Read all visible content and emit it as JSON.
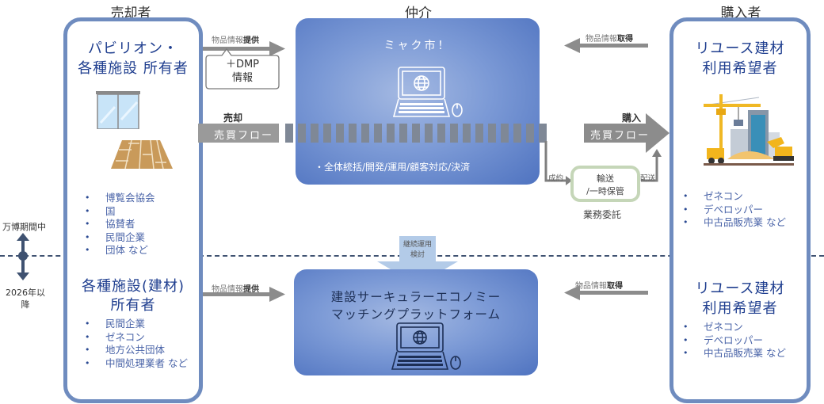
{
  "columns": {
    "seller": "売却者",
    "broker": "仲介",
    "buyer": "購入者"
  },
  "timeline": {
    "upper": "万博期間中",
    "lower": "2026年以降"
  },
  "seller_top": {
    "title_line1": "パビリオン・",
    "title_line2": "各種施設 所有者",
    "items": [
      "博覧会協会",
      "国",
      "協賛者",
      "民間企業",
      "団体 など"
    ]
  },
  "seller_bottom": {
    "title_line1": "各種施設(建材)",
    "title_line2": "所有者",
    "items": [
      "民間企業",
      "ゼネコン",
      "地方公共団体",
      "中間処理業者 など"
    ]
  },
  "buyer_top": {
    "title_line1": "リユース建材",
    "title_line2": "利用希望者",
    "items": [
      "ゼネコン",
      "デベロッパー",
      "中古品販売業 など"
    ]
  },
  "buyer_bottom": {
    "title_line1": "リユース建材",
    "title_line2": "利用希望者",
    "items": [
      "ゼネコン",
      "デベロッパー",
      "中古品販売業 など"
    ]
  },
  "platform_top": {
    "title": "ミャク市！",
    "description": "・全体統括/開発/運用/顧客対応/決済"
  },
  "platform_bottom": {
    "title_line1": "建設サーキュラーエコノミー",
    "title_line2": "マッチングプラットフォーム"
  },
  "arrows": {
    "provide_prefix": "物品情報",
    "provide_bold": "提供",
    "obtain_prefix": "物品情報",
    "obtain_bold": "取得",
    "dmp_line1": "＋DMP",
    "dmp_line2": "情報",
    "sell": "売却",
    "buy": "購入",
    "flow_left": "売買フロー",
    "flow_right": "売買フロー",
    "contract": "成約",
    "delivery": "配送",
    "logistics_line1": "輸送",
    "logistics_line2": "/一時保管",
    "outsourcing": "業務委託",
    "continue_line1": "継続運用",
    "continue_line2": "検討"
  }
}
